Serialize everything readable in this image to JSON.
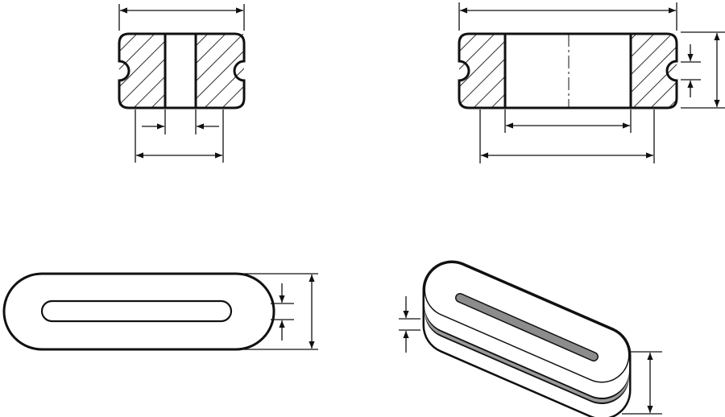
{
  "drawing": {
    "views": [
      "cross-section-left",
      "cross-section-right",
      "top-view",
      "isometric-view"
    ],
    "colors": {
      "line": "#111111",
      "hatch": "#333333",
      "slot_fill": "#8c8c8c",
      "band_fill": "#9a9a9a",
      "background": "#ffffff"
    }
  }
}
